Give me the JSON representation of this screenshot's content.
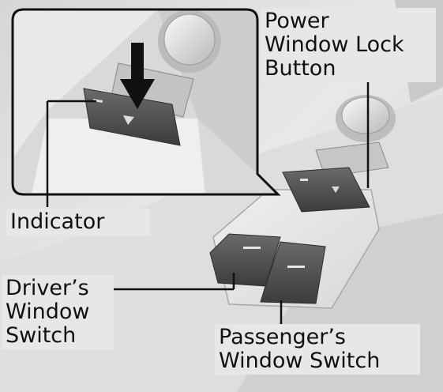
{
  "callouts": {
    "power_window_lock_button": "Power\nWindow Lock\nButton",
    "indicator": "Indicator",
    "drivers_window_switch": "Driver’s\nWindow\nSwitch",
    "passengers_window_switch": "Passenger’s\nWindow Switch"
  }
}
